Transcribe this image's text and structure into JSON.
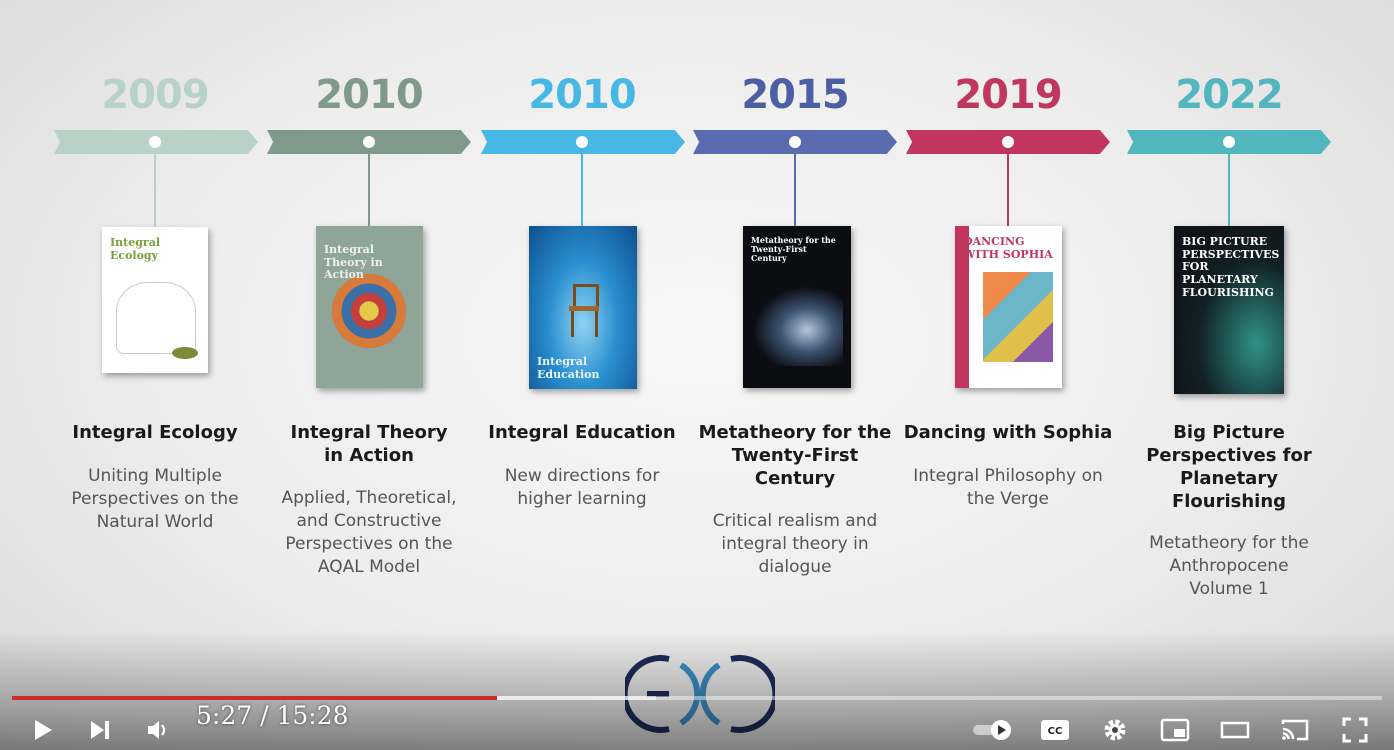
{
  "timeline": [
    {
      "year": "2009",
      "year_color": "#b9d2c8",
      "arrow_color": "#b9d2c8",
      "title": "Integral Ecology",
      "subtitle": "Uniting Multiple Perspectives on the Natural World",
      "cover": {
        "bg": "#ffffff",
        "title_lines": [
          "Integral",
          "Ecology"
        ],
        "title_color": "#7a9e3c"
      }
    },
    {
      "year": "2010",
      "year_color": "#7f9a8a",
      "arrow_color": "#7f9a8a",
      "title": "Integral Theory in Action",
      "subtitle": "Applied, Theoretical, and Constructive Perspectives on the AQAL Model",
      "cover": {
        "bg": "#8fa597",
        "title_lines": [
          "Integral Theory in Action"
        ],
        "title_color": "#eef2ee"
      }
    },
    {
      "year": "2010",
      "year_color": "#46b8e3",
      "arrow_color": "#46b8e3",
      "title": "Integral Education",
      "subtitle": "New directions for higher learning",
      "cover": {
        "bg": "#1f86c2",
        "title_lines": [
          "Integral Education"
        ],
        "title_color": "#e8f4ff"
      }
    },
    {
      "year": "2015",
      "year_color": "#4d5fa3",
      "arrow_color": "#5b6bb0",
      "title": "Metatheory for the Twenty-First Century",
      "subtitle": "Critical realism and integral theory in dialogue",
      "cover": {
        "bg": "#0b0d12",
        "title_lines": [
          "Metatheory for the",
          "Twenty-First Century"
        ],
        "title_color": "#ffffff"
      }
    },
    {
      "year": "2019",
      "year_color": "#c0365f",
      "arrow_color": "#c0365f",
      "title": "Dancing with Sophia",
      "subtitle": "Integral Philosophy on the Verge",
      "cover": {
        "bg": "#ffffff",
        "title_lines": [
          "DANCING",
          "WITH SOPHIA"
        ],
        "title_color": "#c0365f"
      }
    },
    {
      "year": "2022",
      "year_color": "#52b6bf",
      "arrow_color": "#52b6bf",
      "title": "Big Picture Perspectives for Planetary Flourishing",
      "subtitle": "Metatheory for the Anthropocene Volume 1",
      "cover": {
        "bg": "#101418",
        "title_lines": [
          "BIG PICTURE",
          "PERSPECTIVES",
          "FOR PLANETARY",
          "FLOURISHING"
        ],
        "title_color": "#ffffff"
      }
    }
  ],
  "player": {
    "time_display": "5:27 / 15:28",
    "progress_played": 0.354,
    "progress_buffered": 0.47,
    "colors": {
      "played": "#cc2b2b",
      "icon": "#ffffff"
    },
    "controls": {
      "play": "play-icon",
      "next": "next-icon",
      "volume": "volume-icon",
      "autoplay": "autoplay-toggle-icon",
      "captions": "captions-icon",
      "settings": "gear-icon",
      "miniplayer": "miniplayer-icon",
      "theater": "theater-mode-icon",
      "cast": "cast-icon",
      "fullscreen": "fullscreen-icon"
    },
    "captions_label": "CC"
  }
}
